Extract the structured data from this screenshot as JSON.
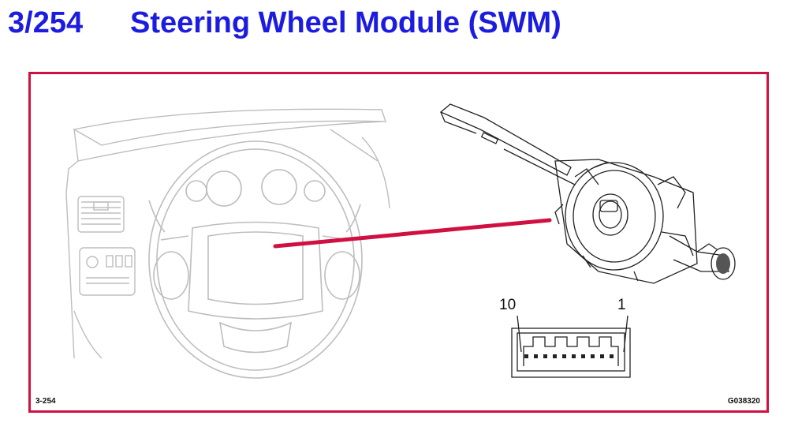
{
  "title": {
    "number": "3/254",
    "text": "Steering Wheel Module (SWM)"
  },
  "figure": {
    "ref_left": "3-254",
    "ref_right": "G038320",
    "connector": {
      "pin_left": "10",
      "pin_right": "1"
    }
  },
  "colors": {
    "title": "#1c1ce0",
    "frame": "#d01040",
    "pointer": "#d01040",
    "drawing_faded": "#b8b8b8",
    "drawing_dark": "#222222"
  },
  "icons": [
    "steering-wheel-icon",
    "dashboard-icon",
    "steering-wheel-module-icon",
    "connector-icon"
  ]
}
